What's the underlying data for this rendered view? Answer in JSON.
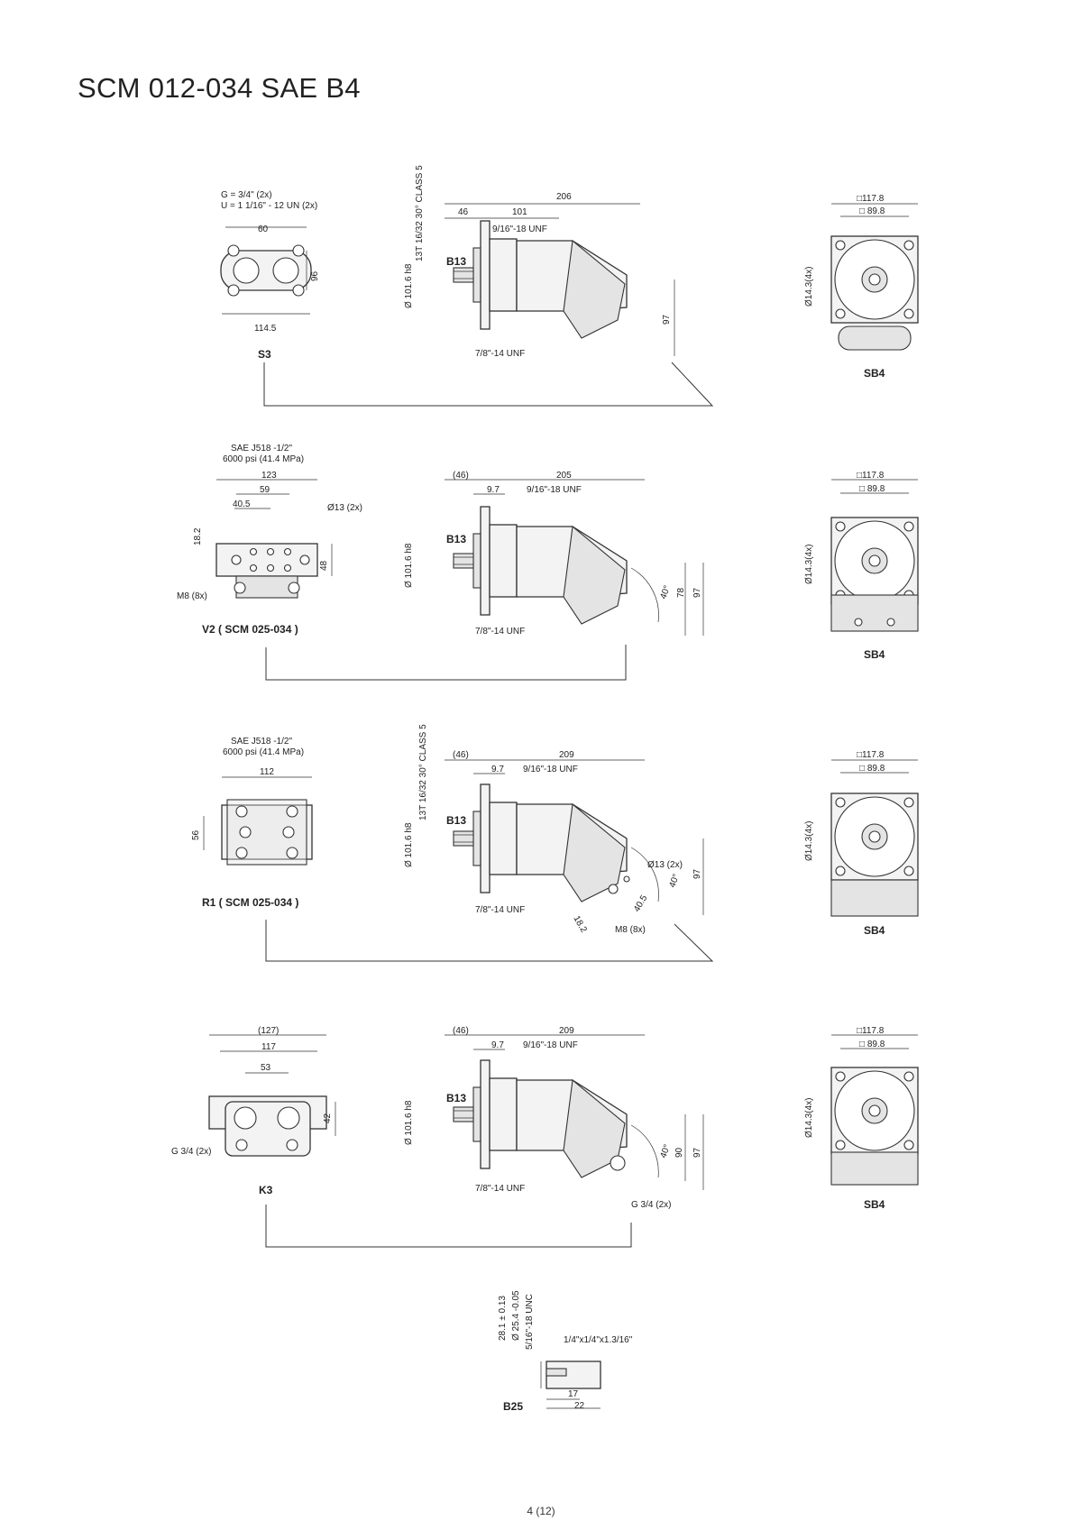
{
  "title": "SCM 012-034 SAE B4",
  "page_number": "4 (12)",
  "rows": [
    {
      "port_view": {
        "label": "S3",
        "notes": [
          "G = 3/4\" (2x)",
          "U = 1 1/16\" - 12 UN (2x)"
        ],
        "dims": [
          "60",
          "96",
          "114.5"
        ]
      },
      "side_view": {
        "spline": "13T 16/32 30° CLASS 5",
        "shaft_code": "B13",
        "dims": [
          "206",
          "46",
          "101",
          "9/16\"-18 UNF",
          "Ø 101.6 h8",
          "97",
          "7/8\"-14 UNF"
        ]
      },
      "flange_view": {
        "label": "SB4",
        "dims": [
          "□117.8",
          "□ 89.8",
          "Ø14.3(4x)"
        ]
      }
    },
    {
      "port_view": {
        "label": "V2 ( SCM 025-034 )",
        "notes": [
          "SAE J518 -1/2\"",
          "6000 psi  (41.4 MPa)"
        ],
        "dims": [
          "123",
          "59",
          "40.5",
          "Ø13 (2x)",
          "18.2",
          "48",
          "M8 (8x)"
        ]
      },
      "side_view": {
        "spline": "",
        "shaft_code": "B13",
        "dims": [
          "(46)",
          "205",
          "9.7",
          "9/16\"-18 UNF",
          "Ø 101.6 h8",
          "40°",
          "78",
          "97",
          "7/8\"-14 UNF"
        ]
      },
      "flange_view": {
        "label": "SB4",
        "dims": [
          "□117.8",
          "□ 89.8",
          "Ø14.3(4x)"
        ]
      }
    },
    {
      "port_view": {
        "label": "R1 ( SCM 025-034 )",
        "notes": [
          "SAE J518 -1/2\"",
          "6000 psi  (41.4 MPa)"
        ],
        "dims": [
          "112",
          "56"
        ]
      },
      "side_view": {
        "spline": "13T 16/32 30° CLASS 5",
        "shaft_code": "B13",
        "dims": [
          "(46)",
          "209",
          "9.7",
          "9/16\"-18 UNF",
          "Ø 101.6 h8",
          "Ø13 (2x)",
          "40°",
          "97",
          "40.5",
          "18.2",
          "M8 (8x)",
          "7/8\"-14 UNF"
        ]
      },
      "flange_view": {
        "label": "SB4",
        "dims": [
          "□117.8",
          "□ 89.8",
          "Ø14.3(4x)"
        ]
      }
    },
    {
      "port_view": {
        "label": "K3",
        "notes": [
          "G 3/4 (2x)"
        ],
        "dims": [
          "(127)",
          "117",
          "53",
          "42"
        ]
      },
      "side_view": {
        "spline": "",
        "shaft_code": "B13",
        "dims": [
          "(46)",
          "209",
          "9.7",
          "9/16\"-18 UNF",
          "Ø 101.6 h8",
          "40°",
          "90",
          "97",
          "7/8\"-14 UNF",
          "G 3/4 (2x)"
        ]
      },
      "flange_view": {
        "label": "SB4",
        "dims": [
          "□117.8",
          "□ 89.8",
          "Ø14.3(4x)"
        ]
      }
    }
  ],
  "shaft_detail": {
    "label": "B25",
    "dims": [
      "28.1 ± 0.13",
      "Ø 25.4 -0.05",
      "5/16\"-18 UNC",
      "1/4\"x1/4\"x1.3/16\"",
      "17",
      "22"
    ]
  }
}
